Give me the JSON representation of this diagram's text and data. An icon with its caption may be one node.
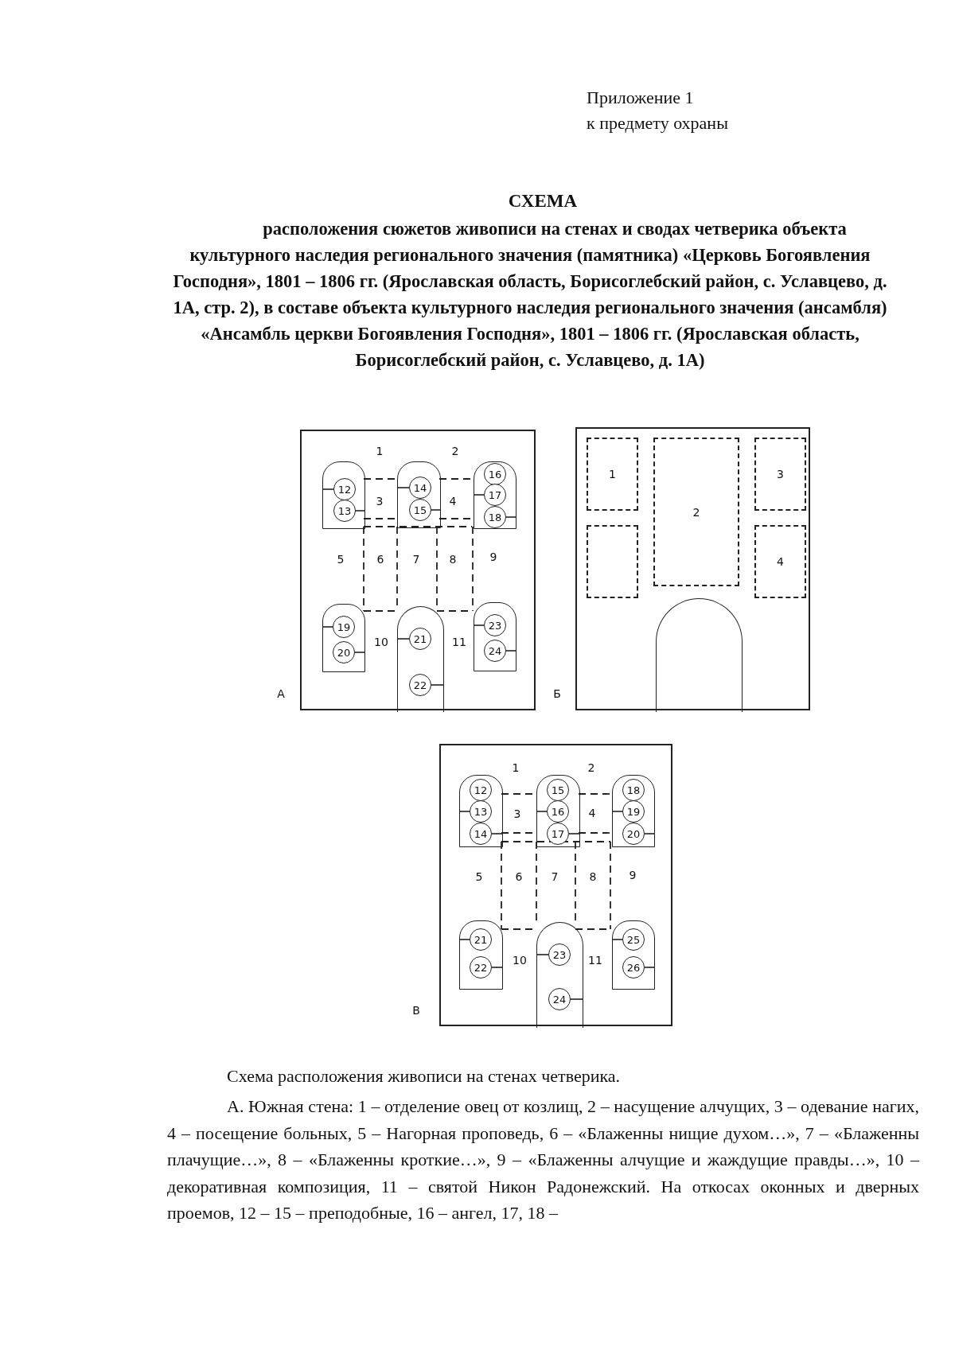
{
  "diagram": {
    "title": "СХЕМА",
    "nodes": [
      {
        "text": [],
        "shape": "box",
        "beside": [
          "А"
        ]
      },
      {
        "text": [],
        "shape": "arch",
        "in": 0
      },
      {
        "text": [
          "12"
        ],
        "in": 1
      },
      {
        "text": [
          "13"
        ],
        "in": 1
      },
      {
        "text": [],
        "shape": "arch",
        "in": 0
      },
      {
        "text": [
          "14"
        ],
        "in": 4
      },
      {
        "text": [
          "15"
        ],
        "in": 4
      },
      {
        "text": [],
        "shape": "arch",
        "in": 0
      },
      {
        "text": [
          "16"
        ],
        "in": 7
      },
      {
        "text": [
          "17"
        ],
        "in": 7
      },
      {
        "text": [
          "18"
        ],
        "in": 7
      },
      {
        "text": [],
        "shape": "arch",
        "in": 0
      },
      {
        "text": [
          "19"
        ],
        "in": 11
      },
      {
        "text": [
          "20"
        ],
        "in": 11
      },
      {
        "text": [],
        "shape": "arch",
        "in": 0
      },
      {
        "text": [
          "21"
        ],
        "in": 14
      },
      {
        "text": [
          "22"
        ],
        "in": 14
      },
      {
        "text": [],
        "shape": "arch",
        "in": 0
      },
      {
        "text": [
          "23"
        ],
        "in": 17
      },
      {
        "text": [
          "24"
        ],
        "in": 17
      },
      {
        "text": [],
        "shape": "box",
        "beside": [
          "Б"
        ]
      },
      {
        "text": [
          "1"
        ],
        "in": 20
      },
      {
        "text": [
          "2"
        ],
        "in": 20
      },
      {
        "text": [
          "3"
        ],
        "in": 20
      },
      {
        "text": [],
        "shape": "box",
        "in": 20
      },
      {
        "text": [
          "4"
        ],
        "in": 20
      },
      {
        "text": [],
        "shape": "arch",
        "in": 20
      },
      {
        "text": [],
        "shape": "box",
        "beside": [
          "В"
        ]
      },
      {
        "text": [],
        "shape": "arch",
        "in": 27
      },
      {
        "text": [
          "12"
        ],
        "in": 28
      },
      {
        "text": [
          "13"
        ],
        "in": 28
      },
      {
        "text": [
          "14"
        ],
        "in": 28
      },
      {
        "text": [],
        "shape": "arch",
        "in": 27
      },
      {
        "text": [
          "15"
        ],
        "in": 32
      },
      {
        "text": [
          "16"
        ],
        "in": 32
      },
      {
        "text": [
          "17"
        ],
        "in": 32
      },
      {
        "text": [],
        "shape": "arch",
        "in": 27
      },
      {
        "text": [
          "18"
        ],
        "in": 36
      },
      {
        "text": [
          "19"
        ],
        "in": 36
      },
      {
        "text": [
          "20"
        ],
        "in": 36
      },
      {
        "text": [],
        "shape": "arch",
        "in": 27
      },
      {
        "text": [
          "21"
        ],
        "in": 40
      },
      {
        "text": [
          "22"
        ],
        "in": 40
      },
      {
        "text": [],
        "shape": "arch",
        "in": 27
      },
      {
        "text": [
          "23"
        ],
        "in": 43
      },
      {
        "text": [
          "24"
        ],
        "in": 43
      },
      {
        "text": [],
        "shape": "arch",
        "in": 27
      },
      {
        "text": [
          "25"
        ],
        "in": 46
      },
      {
        "text": [
          "26"
        ],
        "in": 46
      }
    ],
    "edges": [
      {
        "from": 2,
        "to": 1,
        "arrow": "none"
      },
      {
        "from": 3,
        "to": 1,
        "arrow": "none"
      },
      {
        "from": 5,
        "to": 4,
        "arrow": "none"
      },
      {
        "from": 6,
        "to": 4,
        "arrow": "none"
      },
      {
        "from": 9,
        "to": 7,
        "arrow": "none"
      },
      {
        "from": 10,
        "to": 7,
        "arrow": "none"
      },
      {
        "from": 12,
        "to": 11,
        "arrow": "none"
      },
      {
        "from": 13,
        "to": 11,
        "arrow": "none"
      },
      {
        "from": 15,
        "to": 14,
        "arrow": "none"
      },
      {
        "from": 16,
        "to": 14,
        "arrow": "none"
      },
      {
        "from": 18,
        "to": 17,
        "arrow": "none"
      },
      {
        "from": 19,
        "to": 17,
        "arrow": "none"
      },
      {
        "from": 30,
        "to": 28,
        "arrow": "none"
      },
      {
        "from": 31,
        "to": 28,
        "arrow": "none"
      },
      {
        "from": 34,
        "to": 32,
        "arrow": "none"
      },
      {
        "from": 35,
        "to": 32,
        "arrow": "none"
      },
      {
        "from": 38,
        "to": 36,
        "arrow": "none"
      },
      {
        "from": 39,
        "to": 36,
        "arrow": "none"
      },
      {
        "from": 41,
        "to": 40,
        "arrow": "none"
      },
      {
        "from": 42,
        "to": 40,
        "arrow": "none"
      },
      {
        "from": 44,
        "to": 43,
        "arrow": "none"
      },
      {
        "from": 45,
        "to": 43,
        "arrow": "none"
      },
      {
        "from": 47,
        "to": 46,
        "arrow": "none"
      },
      {
        "from": 48,
        "to": 46,
        "arrow": "none"
      }
    ],
    "labels": [
      "Приложение 1",
      "к предмету охраны",
      "расположения сюжетов живописи на стенах и сводах четверика объекта культурного наследия регионального значения (памятника) «Церковь Богоявления Господня», 1801 – 1806 гг. (Ярославская область, Борисоглебский район, с. Уславцево, д. 1А, стр. 2), в составе объекта культурного наследия регионального значения (ансамбля) «Ансамбль церкви Богоявления Господня», 1801 – 1806 гг. (Ярославская область, Борисоглебский район, с. Уславцево, д. 1А)",
      "1",
      "2",
      "3",
      "4",
      "5",
      "6",
      "7",
      "8",
      "9",
      "10",
      "11",
      "1",
      "2",
      "3",
      "4",
      "5",
      "6",
      "7",
      "8",
      "9",
      "10",
      "11",
      "Схема расположения живописи на стенах четверика.",
      "А. Южная стена: 1 – отделение овец от козлищ, 2 – насущение алчущих, 3 – одевание нагих, 4 – посещение больных, 5 – Нагорная проповедь, 6 – «Блаженны нищие духом…», 7 – «Блаженны плачущие…», 8 – «Блаженны кроткие…», 9 – «Блаженны алчущие и жаждущие правды…», 10 – декоративная композиция, 11 – святой Никон Радонежский. На откосах оконных и дверных проемов, 12 – 15 – преподобные, 16 – ангел, 17, 18 –"
    ]
  }
}
